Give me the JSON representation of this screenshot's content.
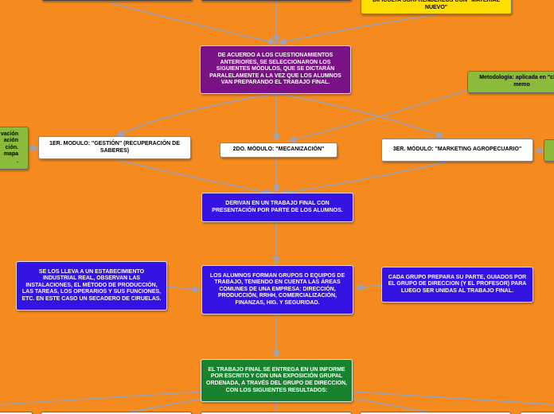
{
  "nodes": {
    "top_yellow": "DIFICULTA SORPRENDERLOS CON \"MATERIAL NUEVO\"",
    "modules_intro": "DE ACUERDO A LOS CUESTIONAMIENTOS ANTERIORES, SE SELECCIONARON LOS SIGUIENTES MÓDULOS, QUE SE DICTARÁN PARALELAMENTE A LA VEZ QUE LOS ALUMNOS VAN PREPARANDO EL TRABAJO FINAL.",
    "methodology": "Metodología: aplicada en \"clase memo",
    "left_partial": "vación\nación\nción.\nmapa\n.",
    "module1": "1ER. MODULO: \"GESTIÓN\" (RECUPERACIÓN DE SABERES)",
    "module2": "2DO. MÓDULO: \"MECANIZACIÓN\"",
    "module3": "3ER. MÓDULO: \"MARKETING AGROPECUARIO\"",
    "final_work": "DERIVAN EN UN TRABAJO FINAL CON PRESENTACIÓN POR PARTE DE LOS ALUMNOS.",
    "visit": "SE LOS LLEVA A UN ESTABECIMIENTO INDUSTRIAL REAL, OBSERVAN LAS INSTALACIONES, EL MÉTODO DE PRODUCCIÓN, LAS TAREAS, LOS OPERARIOS Y SUS FUNCIONES, ETC. EN ESTE CASO UN SECADERO DE CIRUELAS.",
    "groups": "LOS ALUMNOS FORMAN GRUPOS O EQUIPOS DE TRABAJO, TENIENDO EN CUENTA LAS ÁREAS COMUNES DE UNA EMPRESA: DIRECCIÓN, PRODUCCIÓN, RRHH, COMERCIALIZACIÓN, FINANZAS, HIG. Y SEGURIDAD.",
    "each_group": "CADA GRUPO PREPARA SU PARTE, GUIADOS POR EL GRUPO DE DIRECCION (Y EL PROFESOR) PARA LUEGO SER UNIDAS AL TRABAJO FINAL.",
    "delivery": "EL TRABAJO FINAL SE ENTREGA EN UN INFORME POR ESCRITO Y CON UNA EXPOSICIÓN GRUPAL ORDENADA, A TRAVÉS DEL GRUPO DE DIRECCION, CON LOS SIGUIENTES RESULTADOS:"
  },
  "colors": {
    "background": "#f58a1f",
    "purple": "#7a1185",
    "blue": "#3413e3",
    "green": "#18822f",
    "yellow": "#ffde00",
    "olive": "#8cba3a",
    "connector": "#9aa3b8"
  }
}
